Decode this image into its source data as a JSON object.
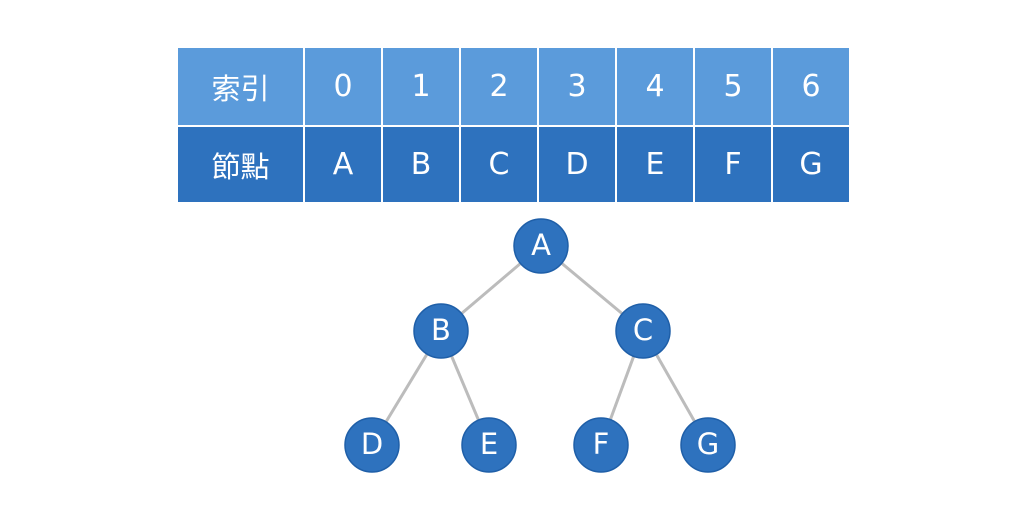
{
  "table": {
    "index_header": "索引",
    "node_header": "節點",
    "indices": [
      "0",
      "1",
      "2",
      "3",
      "4",
      "5",
      "6"
    ],
    "nodes": [
      "A",
      "B",
      "C",
      "D",
      "E",
      "F",
      "G"
    ]
  },
  "tree": {
    "nodes": [
      "A",
      "B",
      "C",
      "D",
      "E",
      "F",
      "G"
    ],
    "edges": [
      [
        "A",
        "B"
      ],
      [
        "A",
        "C"
      ],
      [
        "B",
        "D"
      ],
      [
        "B",
        "E"
      ],
      [
        "C",
        "F"
      ],
      [
        "C",
        "G"
      ]
    ]
  },
  "colors": {
    "index_row": "#5b9bdb",
    "node_row": "#2e72be",
    "node_fill": "#2e72be",
    "edge": "#bcbcbc",
    "text": "#ffffff"
  }
}
